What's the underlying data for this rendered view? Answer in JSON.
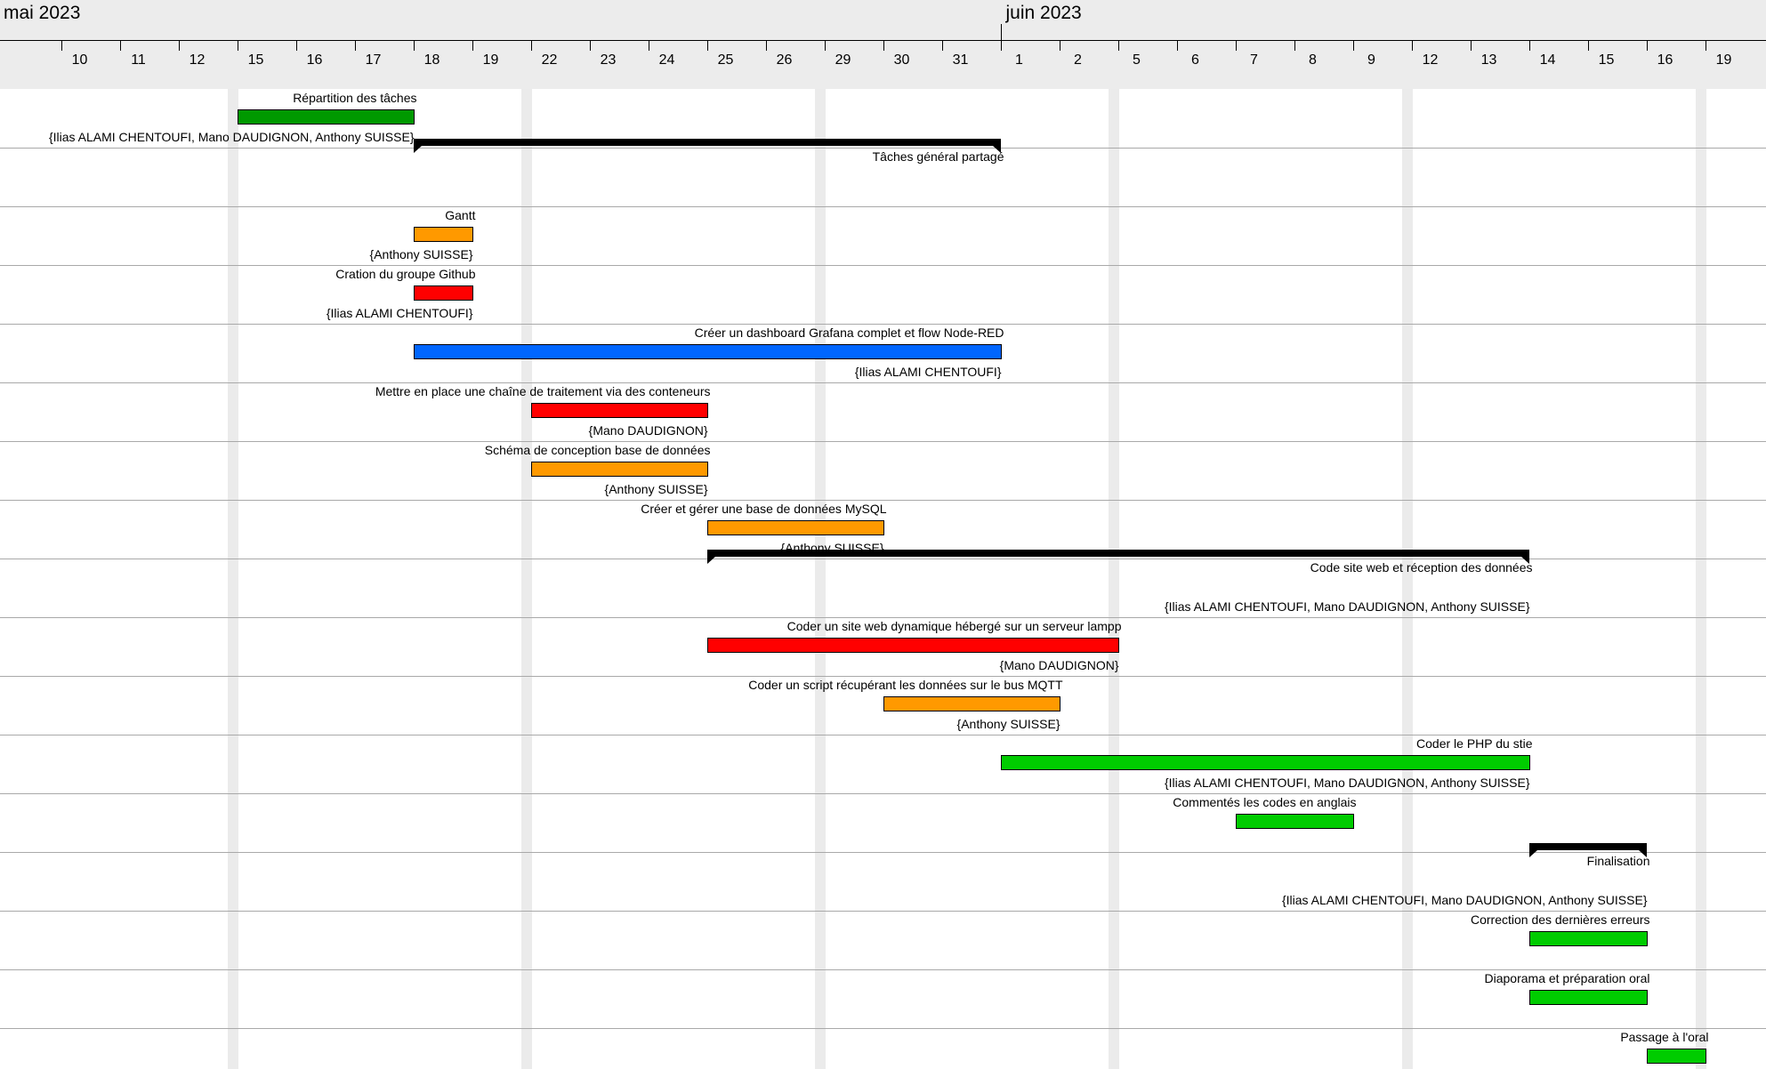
{
  "months": [
    {
      "label": "mai 2023",
      "date": "2023-05-10"
    },
    {
      "label": "juin 2023",
      "date": "2023-06-01"
    }
  ],
  "days": [
    {
      "label": "10",
      "date": "2023-05-10"
    },
    {
      "label": "11",
      "date": "2023-05-11"
    },
    {
      "label": "12",
      "date": "2023-05-12"
    },
    {
      "label": "15",
      "date": "2023-05-15"
    },
    {
      "label": "16",
      "date": "2023-05-16"
    },
    {
      "label": "17",
      "date": "2023-05-17"
    },
    {
      "label": "18",
      "date": "2023-05-18"
    },
    {
      "label": "19",
      "date": "2023-05-19"
    },
    {
      "label": "22",
      "date": "2023-05-22"
    },
    {
      "label": "23",
      "date": "2023-05-23"
    },
    {
      "label": "24",
      "date": "2023-05-24"
    },
    {
      "label": "25",
      "date": "2023-05-25"
    },
    {
      "label": "26",
      "date": "2023-05-26"
    },
    {
      "label": "29",
      "date": "2023-05-29"
    },
    {
      "label": "30",
      "date": "2023-05-30"
    },
    {
      "label": "31",
      "date": "2023-05-31"
    },
    {
      "label": "1",
      "date": "2023-06-01"
    },
    {
      "label": "2",
      "date": "2023-06-02"
    },
    {
      "label": "5",
      "date": "2023-06-05"
    },
    {
      "label": "6",
      "date": "2023-06-06"
    },
    {
      "label": "7",
      "date": "2023-06-07"
    },
    {
      "label": "8",
      "date": "2023-06-08"
    },
    {
      "label": "9",
      "date": "2023-06-09"
    },
    {
      "label": "12",
      "date": "2023-06-12"
    },
    {
      "label": "13",
      "date": "2023-06-13"
    },
    {
      "label": "14",
      "date": "2023-06-14"
    },
    {
      "label": "15",
      "date": "2023-06-15"
    },
    {
      "label": "16",
      "date": "2023-06-16"
    },
    {
      "label": "19",
      "date": "2023-06-19"
    }
  ],
  "chart_data": {
    "type": "gantt",
    "title": "",
    "x_range": [
      "2023-05-09",
      "2023-06-19"
    ],
    "tasks": [
      {
        "name": "Répartition des tâches",
        "start": "2023-05-15",
        "end": "2023-05-18",
        "kind": "task",
        "color": "#009900",
        "resources": "{Ilias ALAMI CHENTOUFI, Mano DAUDIGNON, Anthony SUISSE}"
      },
      {
        "name": "Tâches général partagé",
        "start": "2023-05-18",
        "end": "2023-06-01",
        "kind": "group",
        "color": "#000000",
        "resources": ""
      },
      {
        "name": "Gantt",
        "start": "2023-05-18",
        "end": "2023-05-19",
        "kind": "task",
        "color": "#ff9900",
        "resources": "{Anthony SUISSE}"
      },
      {
        "name": "Cration du groupe Github",
        "start": "2023-05-18",
        "end": "2023-05-19",
        "kind": "task",
        "color": "#ff0000",
        "resources": "{Ilias ALAMI CHENTOUFI}"
      },
      {
        "name": "Créer un dashboard Grafana complet et flow Node-RED",
        "start": "2023-05-18",
        "end": "2023-06-01",
        "kind": "task",
        "color": "#0066ff",
        "resources": "{Ilias ALAMI CHENTOUFI}"
      },
      {
        "name": "Mettre en place une chaîne de traitement via des conteneurs",
        "start": "2023-05-22",
        "end": "2023-05-25",
        "kind": "task",
        "color": "#ff0000",
        "resources": "{Mano DAUDIGNON}"
      },
      {
        "name": "Schéma de conception base de données",
        "start": "2023-05-22",
        "end": "2023-05-25",
        "kind": "task",
        "color": "#ff9900",
        "resources": "{Anthony SUISSE}"
      },
      {
        "name": "Créer et gérer une base de données MySQL",
        "start": "2023-05-25",
        "end": "2023-05-30",
        "kind": "task",
        "color": "#ff9900",
        "resources": "{Anthony SUISSE}"
      },
      {
        "name": "Code site web et réception des données",
        "start": "2023-05-25",
        "end": "2023-06-14",
        "kind": "group",
        "color": "#000000",
        "resources": "{Ilias ALAMI CHENTOUFI, Mano DAUDIGNON, Anthony SUISSE}"
      },
      {
        "name": "Coder un site web dynamique hébergé sur un serveur lampp",
        "start": "2023-05-25",
        "end": "2023-06-05",
        "kind": "task",
        "color": "#ff0000",
        "resources": "{Mano DAUDIGNON}"
      },
      {
        "name": "Coder un script récupérant les données sur le bus MQTT",
        "start": "2023-05-30",
        "end": "2023-06-02",
        "kind": "task",
        "color": "#ff9900",
        "resources": "{Anthony SUISSE}"
      },
      {
        "name": "Coder le PHP du stie",
        "start": "2023-06-01",
        "end": "2023-06-14",
        "kind": "task",
        "color": "#00cc00",
        "resources": "{Ilias ALAMI CHENTOUFI, Mano DAUDIGNON, Anthony SUISSE}"
      },
      {
        "name": "Commentés les codes en anglais",
        "start": "2023-06-07",
        "end": "2023-06-09",
        "kind": "task",
        "color": "#00cc00",
        "resources": ""
      },
      {
        "name": "Finalisation",
        "start": "2023-06-14",
        "end": "2023-06-16",
        "kind": "group",
        "color": "#000000",
        "resources": "{Ilias ALAMI CHENTOUFI, Mano DAUDIGNON, Anthony SUISSE}"
      },
      {
        "name": "Correction des dernières erreurs",
        "start": "2023-06-14",
        "end": "2023-06-16",
        "kind": "task",
        "color": "#00cc00",
        "resources": ""
      },
      {
        "name": "Diaporama et préparation oral",
        "start": "2023-06-14",
        "end": "2023-06-16",
        "kind": "task",
        "color": "#00cc00",
        "resources": ""
      },
      {
        "name": "Passage à l'oral",
        "start": "2023-06-16",
        "end": "2023-06-19",
        "kind": "task",
        "color": "#00cc00",
        "resources": ""
      }
    ]
  }
}
